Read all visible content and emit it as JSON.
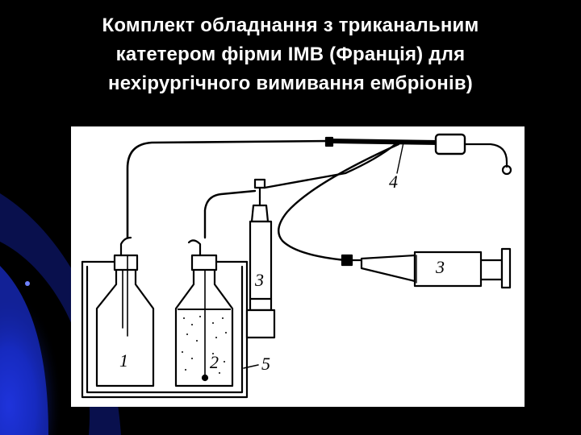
{
  "slide": {
    "title_lines": [
      "Комплект обладнання з триканальним",
      "катетером фірми IMB (Франція) для",
      "нехірургічного вимивання ембріонів)"
    ]
  },
  "figure": {
    "labels": {
      "bottle1": "1",
      "bottle2": "2",
      "syringe_vertical": "3",
      "syringe_horizontal": "3",
      "catheter": "4",
      "tray": "5"
    }
  },
  "colors": {
    "background": "#000000",
    "accent_blue": "#1a2fd6",
    "title": "#ffffff",
    "figure_bg": "#ffffff",
    "ink": "#000000"
  }
}
